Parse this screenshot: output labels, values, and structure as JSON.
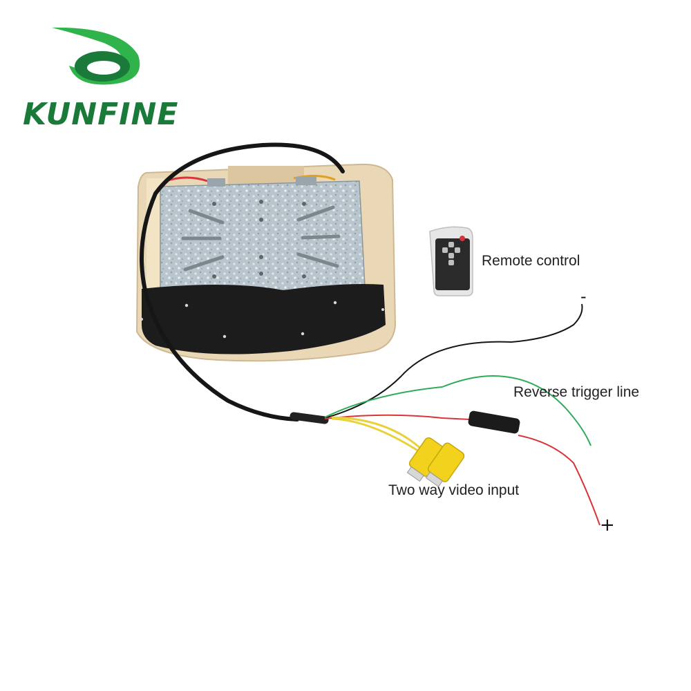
{
  "brand": {
    "name": "KUNFINE",
    "color": "#1a7a3a",
    "accent": "#2fb34a"
  },
  "labels": {
    "remote_control": "Remote control",
    "reverse_trigger": "Reverse trigger line",
    "video_input": "Two way video input",
    "minus": "-",
    "plus": "+"
  },
  "colors": {
    "housing": "#e9d7b5",
    "plate": "#b8c4cc",
    "felt": "#1c1c1c",
    "cable_black": "#161616",
    "wire_green": "#2eaa5a",
    "wire_red": "#d8343a",
    "wire_yellow": "#e8d13a",
    "rca_yellow": "#f2d21c"
  }
}
